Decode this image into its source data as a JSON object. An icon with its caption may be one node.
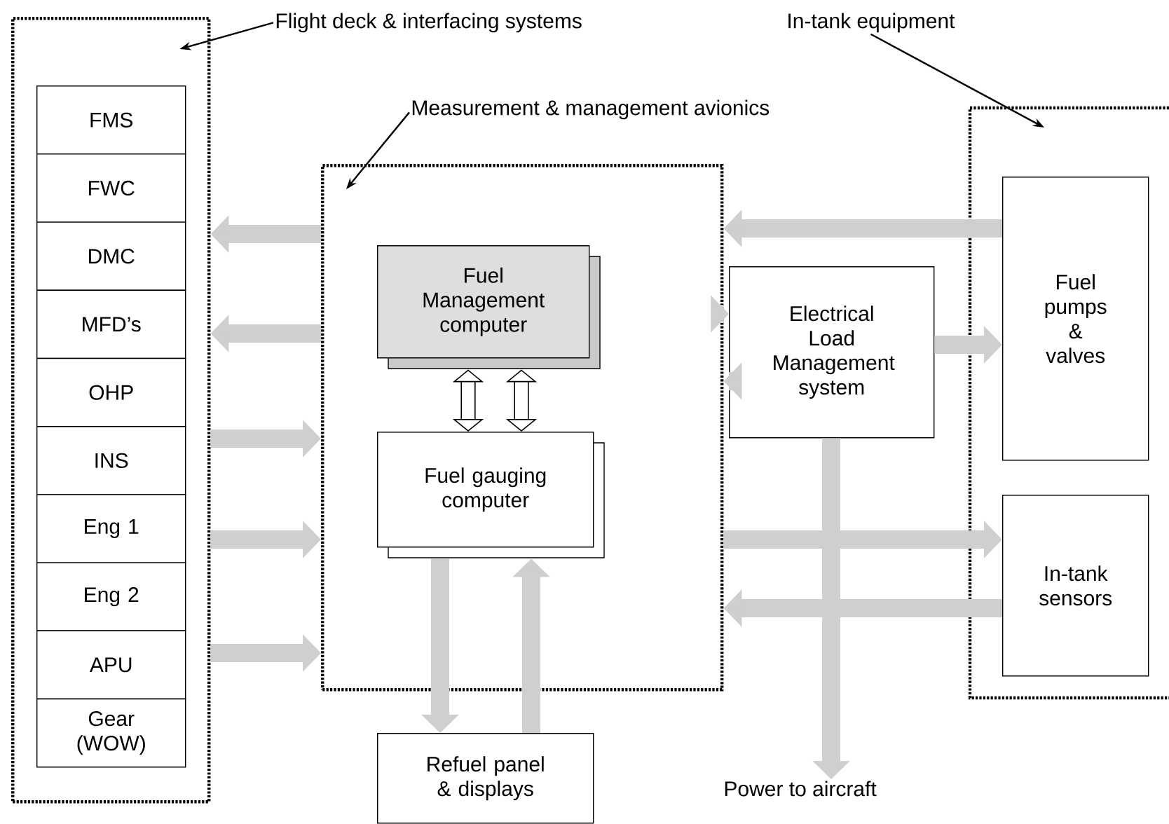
{
  "diagram": {
    "nodes": [
      {
        "text": [
          "Flight deck & interfacing systems"
        ]
      },
      {
        "text": [],
        "shape": "box"
      },
      {
        "text": [
          "FMS"
        ],
        "in": 1
      },
      {
        "text": [
          "FWC"
        ],
        "in": 1
      },
      {
        "text": [
          "DMC"
        ],
        "in": 1
      },
      {
        "text": [
          "MFD’s"
        ],
        "in": 1
      },
      {
        "text": [
          "OHP"
        ],
        "in": 1
      },
      {
        "text": [
          "INS"
        ],
        "in": 1
      },
      {
        "text": [
          "Eng 1"
        ],
        "in": 1
      },
      {
        "text": [
          "Eng 2"
        ],
        "in": 1
      },
      {
        "text": [
          "APU"
        ],
        "in": 1
      },
      {
        "text": [
          "Gear (WOW)"
        ],
        "in": 1
      },
      {
        "text": [
          "Measurement & management avionics"
        ]
      },
      {
        "text": [],
        "shape": "box"
      },
      {
        "text": [
          "Fuel Management computer"
        ],
        "in": 13
      },
      {
        "text": [
          "Fuel gauging computer"
        ],
        "in": 13
      },
      {
        "text": [
          "In-tank equipment"
        ]
      },
      {
        "text": [],
        "shape": "box"
      },
      {
        "text": [
          "Fuel pumps & valves"
        ],
        "in": 17
      },
      {
        "text": [
          "In-tank sensors"
        ],
        "in": 17
      },
      {
        "text": [
          "Electrical Load Management system"
        ]
      },
      {
        "text": [
          "Refuel panel & displays"
        ]
      },
      {
        "text": [
          "Power to aircraft"
        ]
      }
    ],
    "edges": [
      {
        "from": 0,
        "to": 1,
        "arrow": "to",
        "color": "#000000"
      },
      {
        "from": 12,
        "to": 13,
        "arrow": "to",
        "color": "#000000"
      },
      {
        "from": 16,
        "to": 17,
        "arrow": "to",
        "color": "#000000"
      },
      {
        "from": 13,
        "to": 1,
        "arrow": "to"
      },
      {
        "from": 13,
        "to": 1,
        "arrow": "to"
      },
      {
        "from": 1,
        "to": 13,
        "arrow": "to"
      },
      {
        "from": 1,
        "to": 13,
        "arrow": "to"
      },
      {
        "from": 1,
        "to": 13,
        "arrow": "to"
      },
      {
        "from": 18,
        "to": 13,
        "arrow": "to"
      },
      {
        "from": 13,
        "to": 20,
        "arrow": "to"
      },
      {
        "from": 20,
        "to": 13,
        "arrow": "to"
      },
      {
        "from": 20,
        "to": 18,
        "arrow": "to"
      },
      {
        "from": 14,
        "to": 15,
        "arrow": "both",
        "color": "#000000"
      },
      {
        "from": 14,
        "to": 15,
        "arrow": "both",
        "color": "#000000"
      },
      {
        "from": 15,
        "to": 21,
        "arrow": "to"
      },
      {
        "from": 21,
        "to": 15,
        "arrow": "to"
      },
      {
        "from": 13,
        "to": 19,
        "arrow": "to"
      },
      {
        "from": 19,
        "to": 13,
        "arrow": "to"
      },
      {
        "from": 20,
        "to": 22,
        "arrow": "to"
      }
    ]
  }
}
